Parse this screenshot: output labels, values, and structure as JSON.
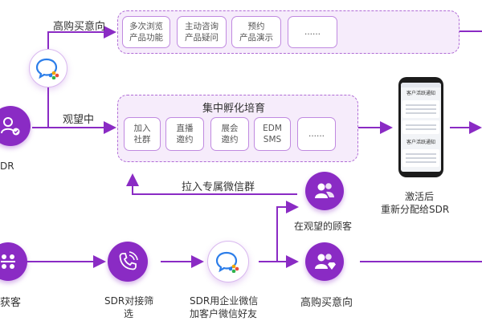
{
  "colors": {
    "accent": "#8a2bc4",
    "panel_bg": "#f6ecfb",
    "panel_border": "#b06cd6",
    "box_border": "#c08ae0"
  },
  "labels": {
    "high_intent_top": "高购买意向",
    "watching": "观望中",
    "sdr_left": "DR",
    "pull_group": "拉入专属微信群",
    "watching_customers": "在观望的顾客",
    "activated_line1": "激活后",
    "activated_line2": "重新分配给SDR",
    "acquire": "获客",
    "sdr_screen_line1": "SDR对接筛",
    "sdr_screen_line2": "选",
    "wechat_add_line1": "SDR用企业微信",
    "wechat_add_line2": "加客户微信好友",
    "high_intent_bottom": "高购买意向"
  },
  "top_panel": {
    "boxes": [
      {
        "line1": "多次浏览",
        "line2": "产品功能"
      },
      {
        "line1": "主动咨询",
        "line2": "产品疑问"
      },
      {
        "line1": "预约",
        "line2": "产品演示"
      },
      {
        "line1": "......",
        "line2": ""
      }
    ]
  },
  "middle_panel": {
    "title": "集中孵化培育",
    "boxes": [
      {
        "line1": "加入",
        "line2": "社群"
      },
      {
        "line1": "直播",
        "line2": "邀约"
      },
      {
        "line1": "展会",
        "line2": "邀约"
      },
      {
        "line1": "EDM",
        "line2": "SMS"
      },
      {
        "line1": "......",
        "line2": ""
      }
    ]
  },
  "phone": {
    "title1": "客户活跃通知",
    "title2": "客户活跃通知"
  },
  "icons": {
    "wechat_top": "wechat-work-icon",
    "sdr_person": "sdr-person-icon",
    "watching_group": "group-icon",
    "acquire": "team-network-icon",
    "phone_call": "phone-call-icon",
    "wechat_bottom": "wechat-work-icon",
    "high_intent": "group-diamond-icon"
  }
}
